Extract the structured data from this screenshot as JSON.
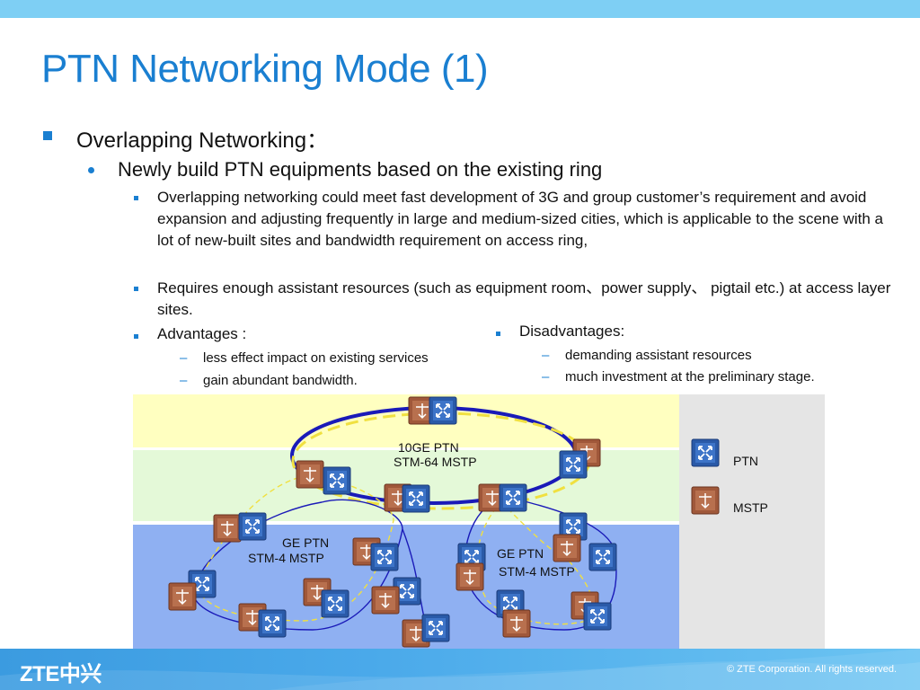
{
  "title": "PTN Networking Mode (1)",
  "level1": "Overlapping Networking：",
  "level2": "Newly build PTN equipments based on the existing ring",
  "points": [
    "Overlapping networking could meet fast development of 3G and group customer’s requirement and avoid expansion and adjusting frequently in large and medium-sized cities, which is applicable to the scene with a lot of new-built sites and bandwidth requirement on access ring,",
    "Requires enough assistant resources (such as equipment room、power supply、 pigtail etc.) at access layer sites."
  ],
  "advantages": {
    "label": "Advantages :",
    "items": [
      "less effect impact on existing services",
      "gain abundant bandwidth."
    ]
  },
  "disadvantages": {
    "label": "Disadvantages:",
    "items": [
      "demanding assistant resources",
      "much investment at the preliminary stage."
    ]
  },
  "diagram": {
    "core_label_1": "10GE PTN",
    "core_label_2": "STM-64 MSTP",
    "left_label_1": "GE PTN",
    "left_label_2": "STM-4 MSTP",
    "right_label_1": "GE PTN",
    "right_label_2": "STM-4 MSTP",
    "legend_ptn": "PTN",
    "legend_mstp": "MSTP",
    "colors": {
      "ptn": "#2a5aa8",
      "mstp": "#a0583a",
      "ring_ptn": "#1a1ab8",
      "ring_mstp": "#f0e040"
    }
  },
  "footer": {
    "logo": "ZTE中兴",
    "copyright": "© ZTE Corporation. All rights reserved."
  }
}
